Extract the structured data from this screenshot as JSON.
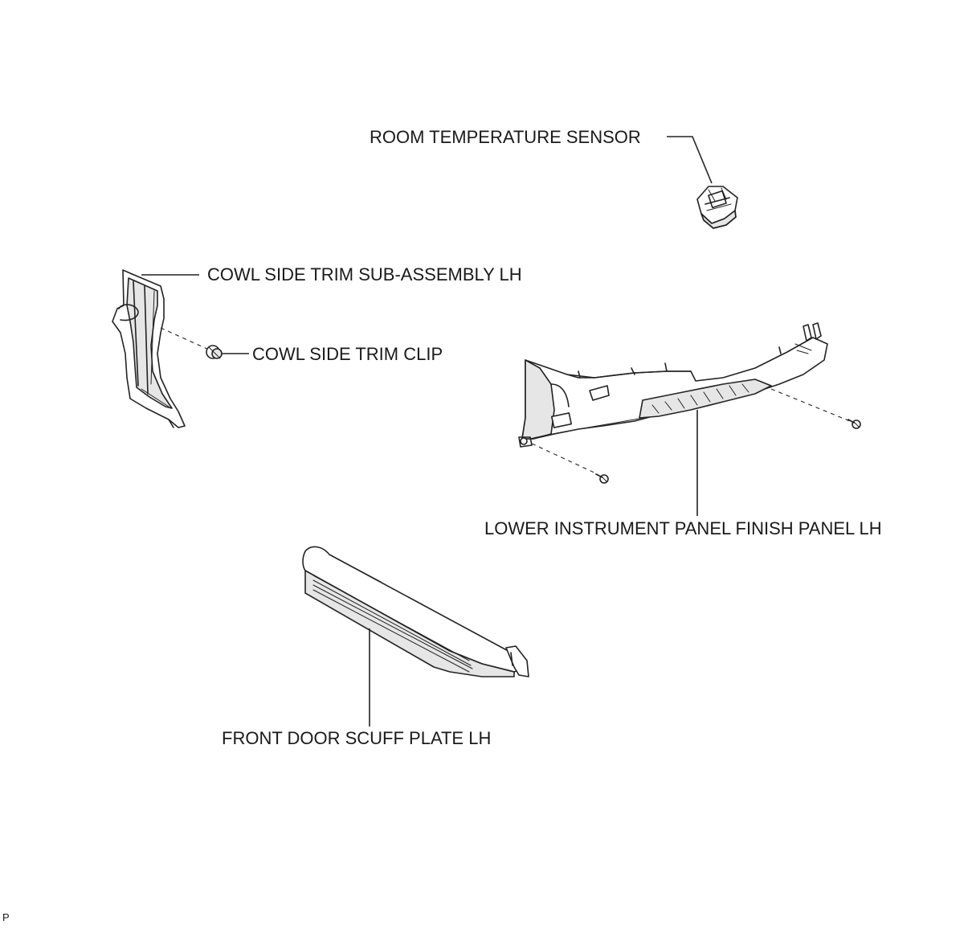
{
  "labels": {
    "room_temperature_sensor": "ROOM TEMPERATURE SENSOR",
    "cowl_side_trim": "COWL SIDE TRIM SUB-ASSEMBLY LH",
    "cowl_side_trim_clip": "COWL SIDE TRIM CLIP",
    "lower_instrument_panel": "LOWER INSTRUMENT PANEL FINISH PANEL LH",
    "front_door_scuff_plate": "FRONT DOOR SCUFF PLATE LH"
  },
  "corner_code": "P"
}
